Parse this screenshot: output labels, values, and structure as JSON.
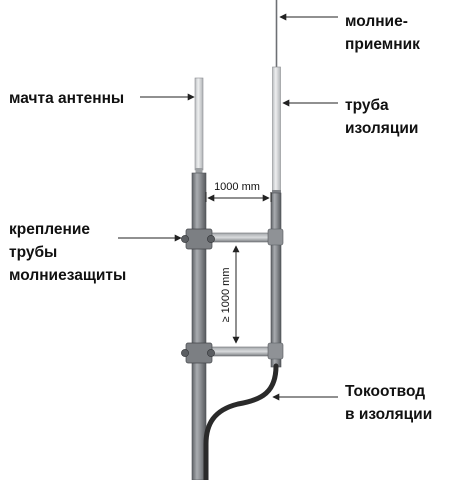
{
  "labels": {
    "lightning_rod": [
      "молние-",
      "приемник"
    ],
    "antenna_mast": "мачта антенны",
    "insulation_tube": [
      "труба",
      "изоляции"
    ],
    "clamp": [
      "крепление",
      "трубы",
      "молниезащиты"
    ],
    "down_conductor": [
      "Токоотвод",
      "в изоляции"
    ]
  },
  "dimensions": {
    "horizontal": "1000 mm",
    "vertical": "≥ 1000 mm"
  },
  "colors": {
    "pipe_dark": "#6f7277",
    "pipe_mid": "#9a9da1",
    "pipe_light": "#d4d6d8",
    "cable": "#2a2a2a",
    "line": "#222222"
  }
}
